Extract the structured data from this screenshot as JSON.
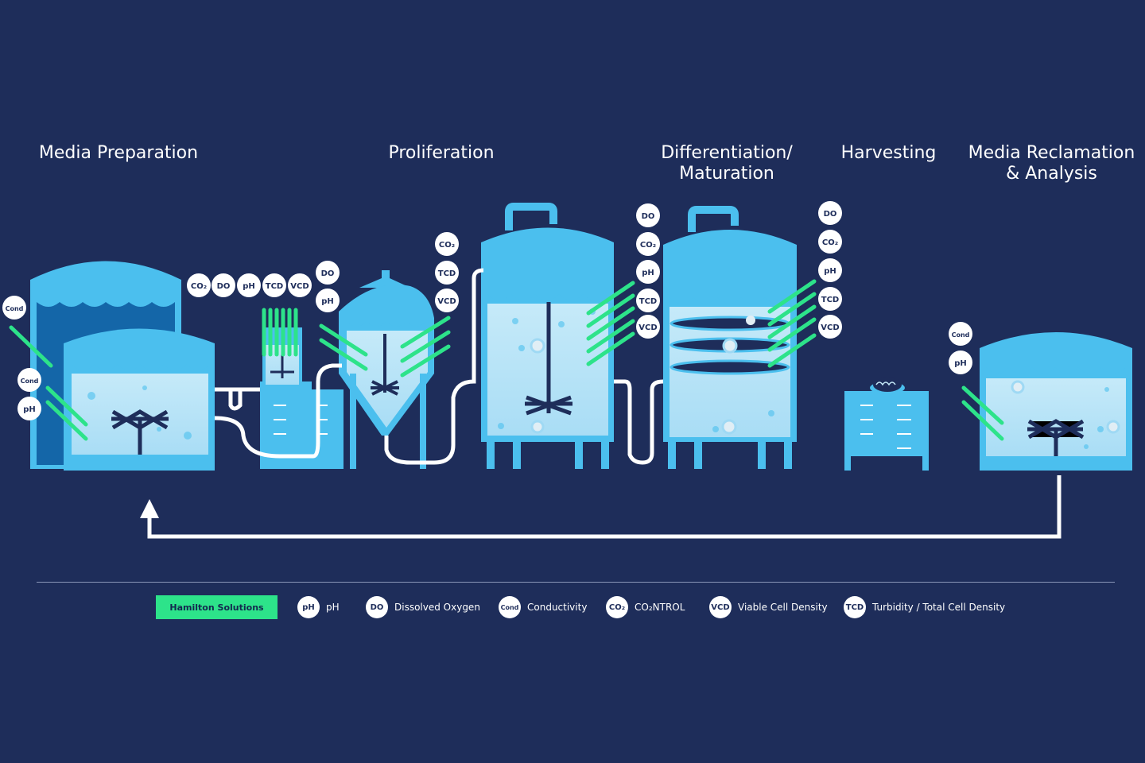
{
  "stages": {
    "media_preparation": "Media Preparation",
    "proliferation": "Proliferation",
    "differentiation_line1": "Differentiation/",
    "differentiation_line2": "Maturation",
    "harvesting": "Harvesting",
    "reclamation_line1": "Media Reclamation",
    "reclamation_line2": "& Analysis"
  },
  "sensor_labels": {
    "cond": "Cond",
    "ph": "pH",
    "do": "DO",
    "co2": "CO₂",
    "tcd": "TCD",
    "vcd": "VCD"
  },
  "legend": {
    "badge": "Hamilton Solutions",
    "items": [
      {
        "chip": "pH",
        "label": "pH"
      },
      {
        "chip": "DO",
        "label": "Dissolved Oxygen"
      },
      {
        "chip": "Cond",
        "label": "Conductivity"
      },
      {
        "chip": "CO₂",
        "label": "CO₂NTROL"
      },
      {
        "chip": "VCD",
        "label": "Viable Cell Density"
      },
      {
        "chip": "TCD",
        "label": "Turbidity / Total Cell Density"
      }
    ]
  },
  "colors": {
    "background": "#1e2d5a",
    "vessel": "#4bbfee",
    "liquid": "#b7e3f7",
    "sensor_green": "#2de38a",
    "pipe": "#ffffff"
  }
}
